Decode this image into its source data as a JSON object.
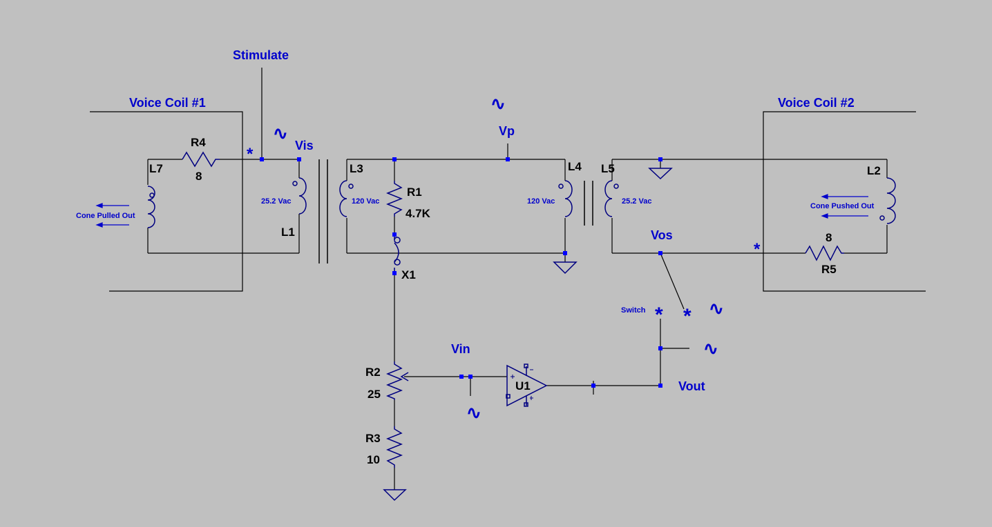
{
  "labels": {
    "stimulate": "Stimulate",
    "voice_coil_1": "Voice Coil #1",
    "voice_coil_2": "Voice Coil #2",
    "vis": "Vis",
    "vp": "Vp",
    "vos": "Vos",
    "vin": "Vin",
    "vout": "Vout",
    "switch": "Switch",
    "cone_pulled_out": "Cone Pulled Out",
    "cone_pushed_out": "Cone Pushed Out",
    "star": "*",
    "signal_symbol": "∿"
  },
  "components": {
    "L7": "L7",
    "R4": "R4",
    "R4_value": "8",
    "L1": "L1",
    "L1_value": "25.2 Vac",
    "L3": "L3",
    "L3_value": "120 Vac",
    "R1": "R1",
    "R1_value": "4.7K",
    "X1": "X1",
    "L4": "L4",
    "L4_value": "120 Vac",
    "L5": "L5",
    "L5_value": "25.2 Vac",
    "L2": "L2",
    "R5_value": "8",
    "R5": "R5",
    "R2": "R2",
    "R2_value": "25",
    "R3": "R3",
    "R3_value": "10",
    "U1": "U1"
  },
  "colors": {
    "background": "#c0c0c0",
    "wire": "#000000",
    "net_label": "#0000cc",
    "junction": "#0000ff",
    "component": "#000080"
  }
}
